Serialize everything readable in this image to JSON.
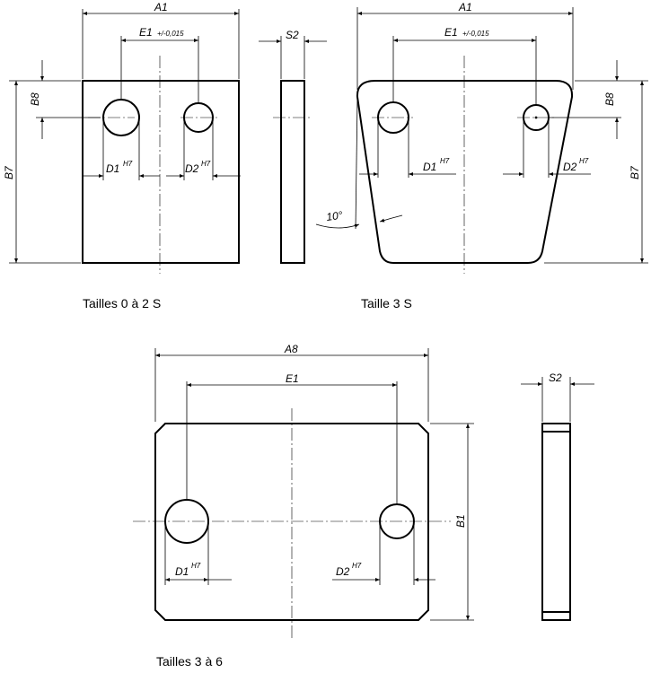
{
  "captions": {
    "view1": "Tailles 0 à 2 S",
    "view2": "Taille 3 S",
    "view3": "Tailles 3 à 6"
  },
  "dims": {
    "a1": "A1",
    "a8": "A8",
    "e1": "E1",
    "e1_tol": "+/-0,015",
    "s2": "S2",
    "b7": "B7",
    "b8": "B8",
    "b1": "B1",
    "d1": "D1",
    "d2": "D2",
    "fit": "H7",
    "angle": "10°"
  }
}
